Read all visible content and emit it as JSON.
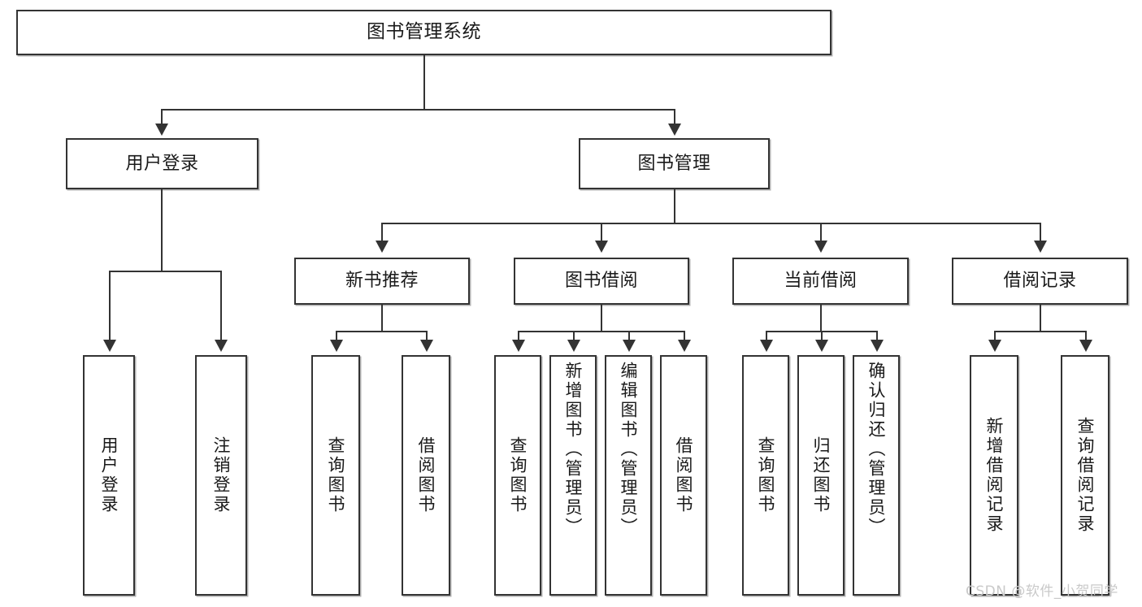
{
  "diagram": {
    "title": "图书管理系统",
    "type": "hierarchy-tree",
    "root": {
      "label": "图书管理系统"
    },
    "level2": [
      {
        "label": "用户登录"
      },
      {
        "label": "图书管理"
      }
    ],
    "level3": [
      {
        "label": "新书推荐"
      },
      {
        "label": "图书借阅"
      },
      {
        "label": "当前借阅"
      },
      {
        "label": "借阅记录"
      }
    ],
    "leaves": {
      "user_login": [
        {
          "label": "用户登录"
        },
        {
          "label": "注销登录"
        }
      ],
      "new_book_rec": [
        {
          "label": "查询图书"
        },
        {
          "label": "借阅图书"
        }
      ],
      "book_borrow": [
        {
          "label": "查询图书"
        },
        {
          "label": "新增图书（管理员）"
        },
        {
          "label": "编辑图书（管理员）"
        },
        {
          "label": "借阅图书"
        }
      ],
      "current_borrow": [
        {
          "label": "查询图书"
        },
        {
          "label": "归还图书"
        },
        {
          "label": "确认归还（管理员）"
        }
      ],
      "borrow_record": [
        {
          "label": "新增借阅记录"
        },
        {
          "label": "查询借阅记录"
        }
      ]
    }
  },
  "watermark": {
    "text": "CSDN @软件_小贺同学"
  },
  "colors": {
    "stroke": "#333333",
    "fill": "#ffffff",
    "text": "#1a1a1a",
    "watermark": "#c9c9c9"
  }
}
